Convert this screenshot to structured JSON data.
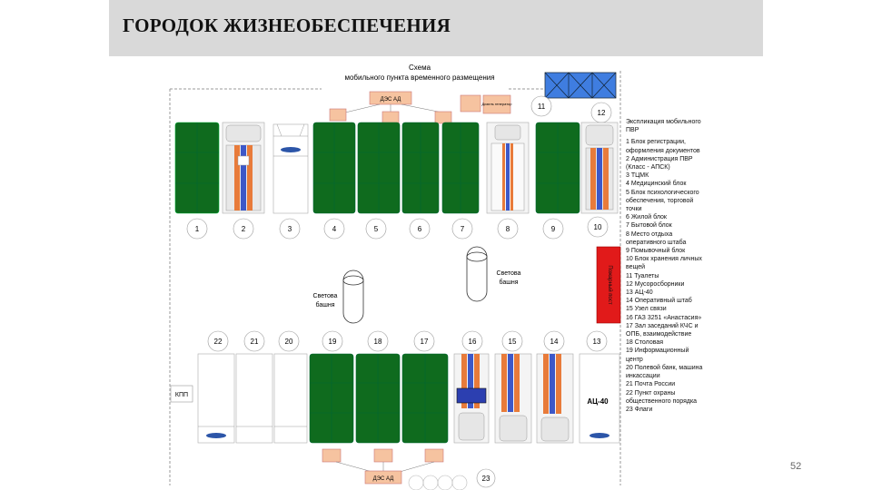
{
  "header": {
    "title": "ГОРОДОК ЖИЗНЕОБЕСПЕЧЕНИЯ"
  },
  "diagram": {
    "title_line1": "Схема",
    "title_line2": "мобильного пункта временного размещения",
    "generator_label": "ДЭС АД",
    "small_generator_label": "Дизель генератор",
    "bottom_generator_label": "ДЭС АД",
    "kpp_label": "КПП",
    "ac40_label": "АЦ-40",
    "water_tower_left": [
      "Светова",
      "башня"
    ],
    "water_tower_right": [
      "Светова",
      "башня"
    ],
    "red_unit_label": "Пожарный пост",
    "top_numbers": [
      "1",
      "2",
      "3",
      "4",
      "5",
      "6",
      "7",
      "8",
      "9",
      "10"
    ],
    "bottom_numbers": [
      "22",
      "21",
      "20",
      "19",
      "18",
      "17",
      "16",
      "15",
      "14",
      "13"
    ],
    "corner_numbers": [
      "11",
      "12",
      "23"
    ]
  },
  "legend": {
    "title": "Экспликация мобильного ПВР",
    "items": [
      "1 Блок регистрации, оформления документов",
      "2 Администрация ПВР (Класс - АПСК)",
      "3 ТЦМК",
      "4 Медицинский блок",
      "5 Блок психологического обеспечения, торговой точки",
      "6 Жилой блок",
      "7 Бытовой блок",
      "8 Место отдыха оперативного штаба",
      "9 Помывочный блок",
      "10 Блок хранения личных вещей",
      "11 Туалеты",
      "12 Мусоросборники",
      "13 АЦ-40",
      "14 Оперативный штаб",
      "15 Узел связи",
      "16 ГАЗ 3251 «Анастасия»",
      "17 Зал заседаний КЧС и ОПБ, взаимодействие",
      "18 Столовая",
      "19 Информационный центр",
      "20 Полевой банк, машина инкассации",
      "21 Почта России",
      "22 Пункт охраны общественного порядка",
      "23 Флаги"
    ]
  },
  "page": {
    "number": "52"
  },
  "colors": {
    "green": "#0f6b1e",
    "orange": "#e87b3a",
    "blue": "#3d58c8",
    "red": "#e11a1a",
    "header_bg": "#d9d9d9"
  }
}
